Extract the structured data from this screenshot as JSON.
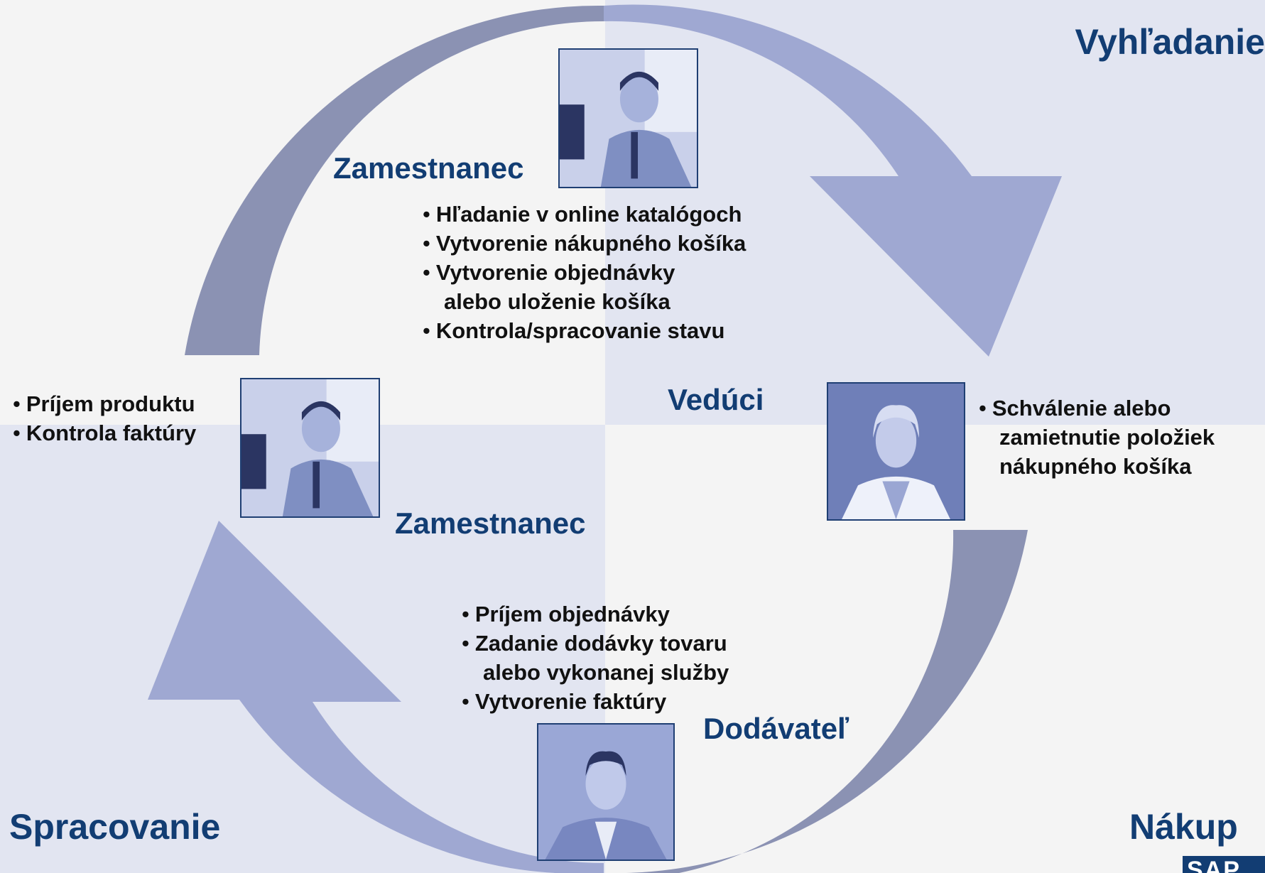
{
  "quadrants": {
    "top_right": "Vyhľadanie",
    "bottom_right": "Nákup",
    "bottom_left": "Spracovanie"
  },
  "roles": {
    "top": "Zamestnanec",
    "right": "Vedúci",
    "left": "Zamestnanec",
    "bottom": "Dodávateľ"
  },
  "bullets": {
    "top": [
      "Hľadanie v online katalógoch",
      "Vytvorenie nákupného košíka",
      "Vytvorenie objednávky",
      "alebo uloženie košíka",
      "Kontrola/spracovanie stavu"
    ],
    "right": [
      "Schválenie alebo",
      "zamietnutie položiek",
      "nákupného košíka"
    ],
    "left": [
      "Príjem produktu",
      "Kontrola faktúry"
    ],
    "bottom": [
      "Príjem objednávky",
      "Zadanie dodávky tovaru",
      "alebo vykonanej služby",
      "Vytvorenie faktúry"
    ]
  },
  "logo": "SAP",
  "colors": {
    "title_blue": "#123d73",
    "arrow_dark": "#8b92b3",
    "arrow_light": "#9fa8d2",
    "quadrant_light": "#e2e5f1",
    "quadrant_white": "#f4f4f4"
  }
}
